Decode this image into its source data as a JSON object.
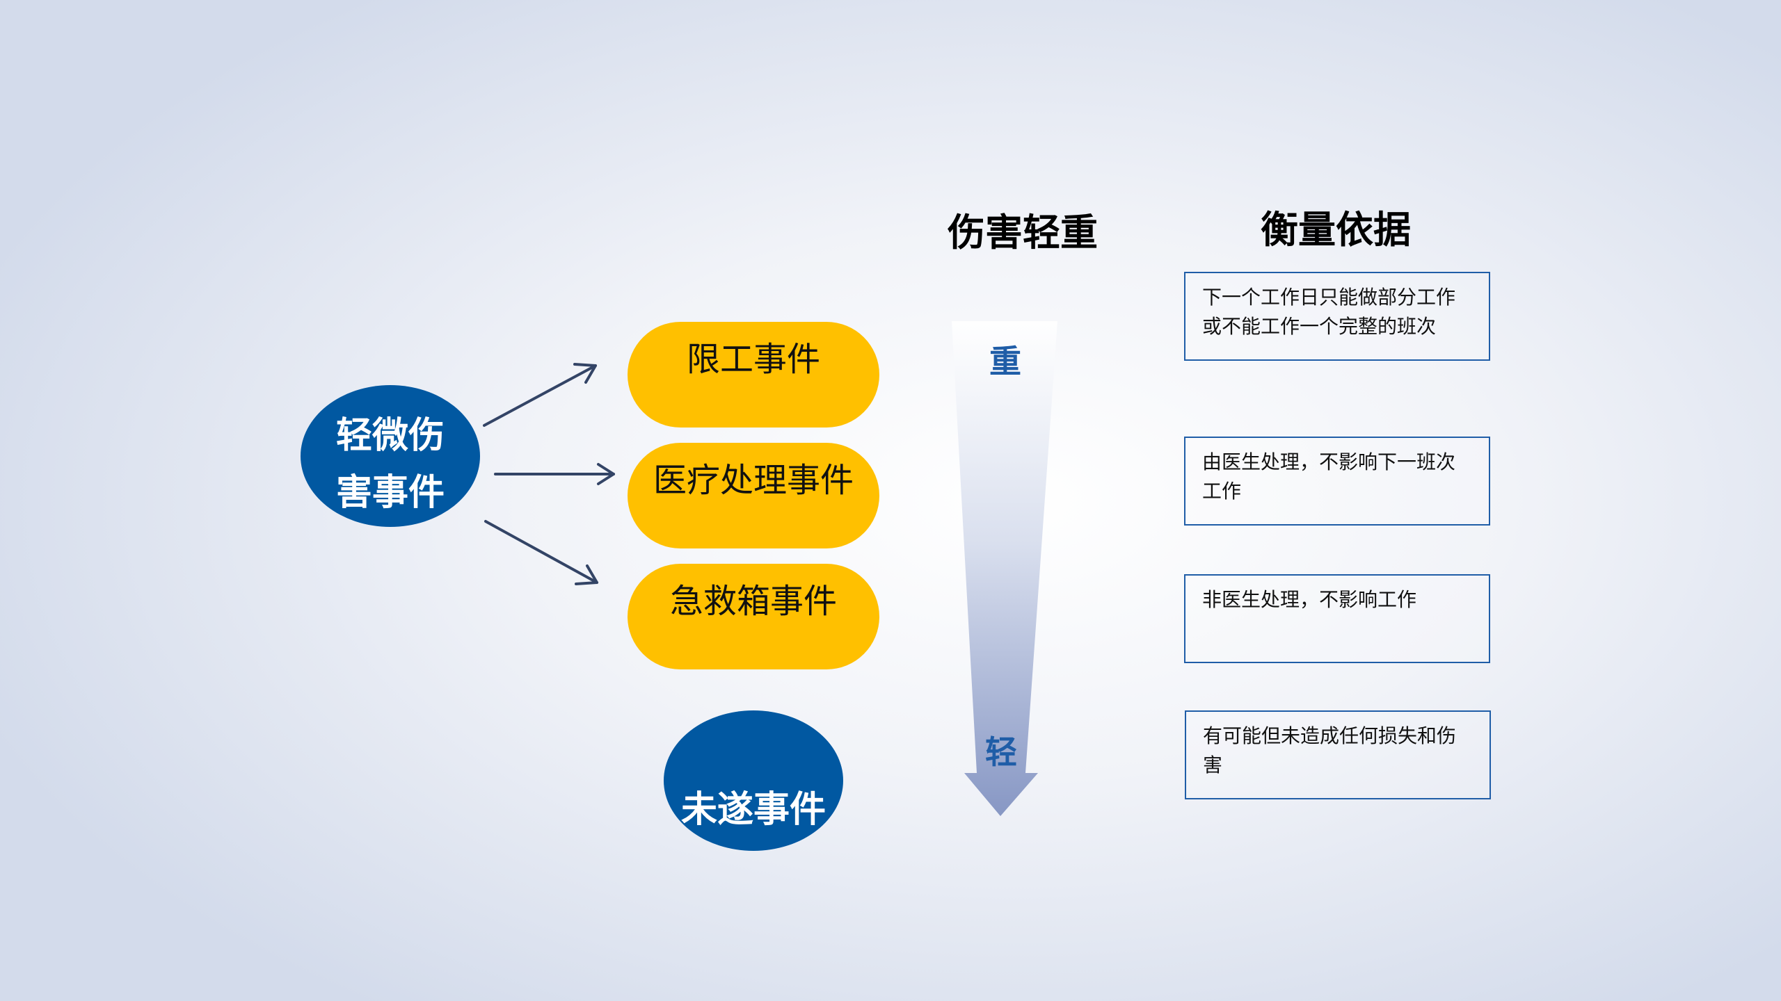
{
  "diagram": {
    "source_event": "轻微伤害事件",
    "event_types": [
      {
        "label": "限工事件"
      },
      {
        "label": "医疗处理事件"
      },
      {
        "label": "急救箱事件"
      }
    ],
    "near_miss": "未遂事件",
    "severity": {
      "title": "伤害轻重",
      "heavy": "重",
      "light": "轻"
    },
    "basis": {
      "title": "衡量依据",
      "items": [
        {
          "text": "下一个工作日只能做部分工作或不能工作一个完整的班次"
        },
        {
          "text": "由医生处理，不影响下一班次工作"
        },
        {
          "text": "非医生处理，不影响工作"
        },
        {
          "text": "有可能但未造成任何损失和伤害"
        }
      ]
    }
  },
  "colors": {
    "ellipse": "#0158a1",
    "pill": "#ffc000",
    "arrow": "#334466",
    "severity_text": "#1f5da7",
    "box_border": "#1f5da7"
  }
}
